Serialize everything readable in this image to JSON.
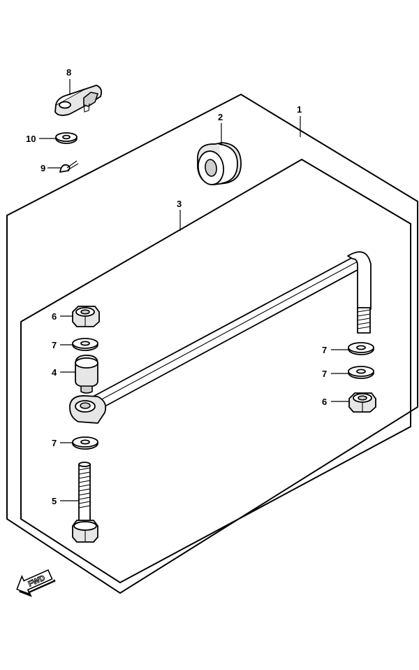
{
  "callouts": {
    "c1": "1",
    "c2": "2",
    "c3": "3",
    "c4": "4",
    "c5": "5",
    "c6a": "6",
    "c6b": "6",
    "c7a": "7",
    "c7b": "7",
    "c7c": "7",
    "c7d": "7",
    "c8": "8",
    "c9": "9",
    "c10": "10"
  },
  "direction_marker": {
    "text": "FWD",
    "icon": "forward-arrow-icon"
  },
  "colors": {
    "line": "#000000",
    "background": "#ffffff"
  }
}
